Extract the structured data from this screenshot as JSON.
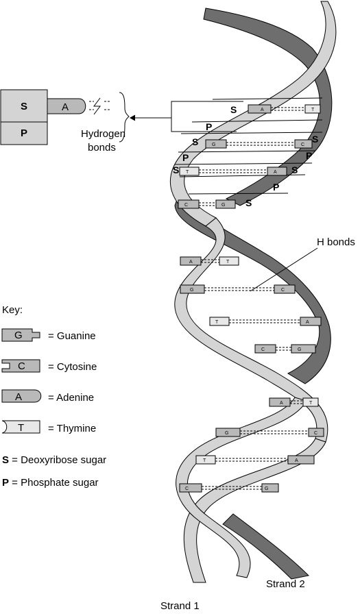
{
  "labels": {
    "hydrogen": "Hydrogen",
    "bonds": "bonds",
    "h_bonds": "H bonds",
    "strand1": "Strand 1",
    "strand2": "Strand 2"
  },
  "detail": {
    "sugar_letter": "S",
    "phosphate_letter": "P",
    "base_letter": "A"
  },
  "key": {
    "title": "Key:",
    "guanine": {
      "letter": "G",
      "text": "= Guanine"
    },
    "cytosine": {
      "letter": "C",
      "text": "= Cytosine"
    },
    "adenine": {
      "letter": "A",
      "text": "= Adenine"
    },
    "thymine": {
      "letter": "T",
      "text": "= Thymine"
    },
    "sugar": {
      "letter": "S",
      "text": " = Deoxyribose sugar"
    },
    "phosphate": {
      "letter": "P",
      "text": " = Phosphate sugar"
    }
  },
  "strand_letters": {
    "s": "S",
    "p": "P"
  },
  "base_pairs": [
    {
      "left": "A",
      "right": "T"
    },
    {
      "left": "G",
      "right": "C"
    },
    {
      "left": "T",
      "right": "A"
    },
    {
      "left": "C",
      "right": "G"
    },
    {
      "left": "A",
      "right": "T"
    },
    {
      "left": "G",
      "right": "C"
    },
    {
      "left": "T",
      "right": "A"
    },
    {
      "left": "C",
      "right": "G"
    },
    {
      "left": "A",
      "right": "T"
    },
    {
      "left": "G",
      "right": "C"
    },
    {
      "left": "T",
      "right": "A"
    },
    {
      "left": "C",
      "right": "G"
    }
  ],
  "colors": {
    "dark_strand": "#6e6e6e",
    "light_strand": "#d4d4d4",
    "base_fill": "#b9b9b9",
    "light_base_fill": "#e8e8e8",
    "outline": "#000000"
  }
}
